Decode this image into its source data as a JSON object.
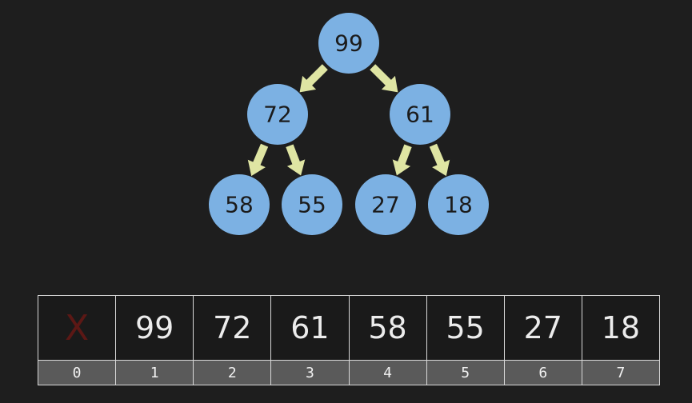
{
  "tree": {
    "nodes": [
      {
        "id": "n1",
        "value": "99"
      },
      {
        "id": "n2",
        "value": "72"
      },
      {
        "id": "n3",
        "value": "61"
      },
      {
        "id": "n4",
        "value": "58"
      },
      {
        "id": "n5",
        "value": "55"
      },
      {
        "id": "n6",
        "value": "27"
      },
      {
        "id": "n7",
        "value": "18"
      }
    ],
    "edges": [
      {
        "from": "n1",
        "to": "n2"
      },
      {
        "from": "n1",
        "to": "n3"
      },
      {
        "from": "n2",
        "to": "n4"
      },
      {
        "from": "n2",
        "to": "n5"
      },
      {
        "from": "n3",
        "to": "n6"
      },
      {
        "from": "n3",
        "to": "n7"
      }
    ],
    "colors": {
      "node_fill": "#7cb1e3",
      "arrow": "#dfe5a3"
    }
  },
  "array": {
    "cells": [
      {
        "value": "X",
        "index": "0"
      },
      {
        "value": "99",
        "index": "1"
      },
      {
        "value": "72",
        "index": "2"
      },
      {
        "value": "61",
        "index": "3"
      },
      {
        "value": "58",
        "index": "4"
      },
      {
        "value": "55",
        "index": "5"
      },
      {
        "value": "27",
        "index": "6"
      },
      {
        "value": "18",
        "index": "7"
      }
    ],
    "sentinel_color": "#5c1815"
  }
}
